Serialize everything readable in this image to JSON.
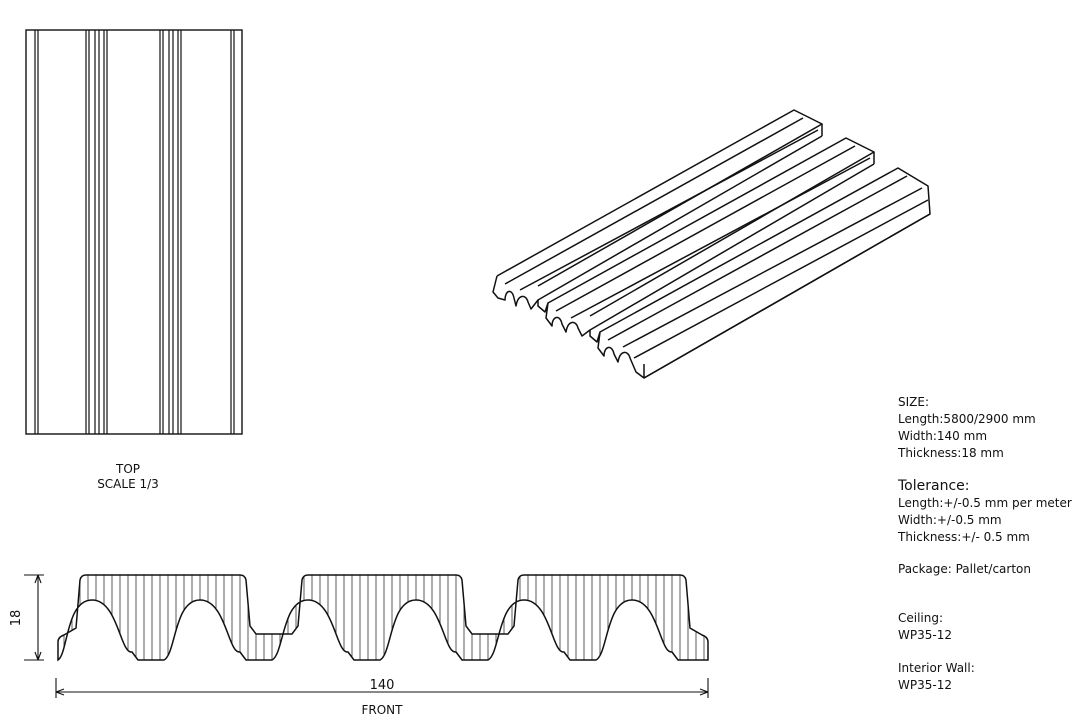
{
  "views": {
    "top": {
      "title": "TOP",
      "scale": "SCALE 1/3"
    },
    "front": {
      "title": "FRONT",
      "width_dim": "140",
      "height_dim": "18"
    }
  },
  "specs": {
    "size": {
      "heading": "SIZE:",
      "length": "Length:5800/2900 mm",
      "width": "Width:140 mm",
      "thickness": "Thickness:18 mm"
    },
    "tolerance": {
      "heading": "Tolerance:",
      "length": "Length:+/-0.5 mm per meter",
      "width": "Width:+/-0.5 mm",
      "thickness": "Thickness:+/- 0.5 mm"
    },
    "package": "Package:  Pallet/carton",
    "ceiling": {
      "heading": "Ceiling:",
      "model": "WP35-12"
    },
    "interior_wall": {
      "heading": "Interior  Wall:",
      "model": "WP35-12"
    }
  }
}
